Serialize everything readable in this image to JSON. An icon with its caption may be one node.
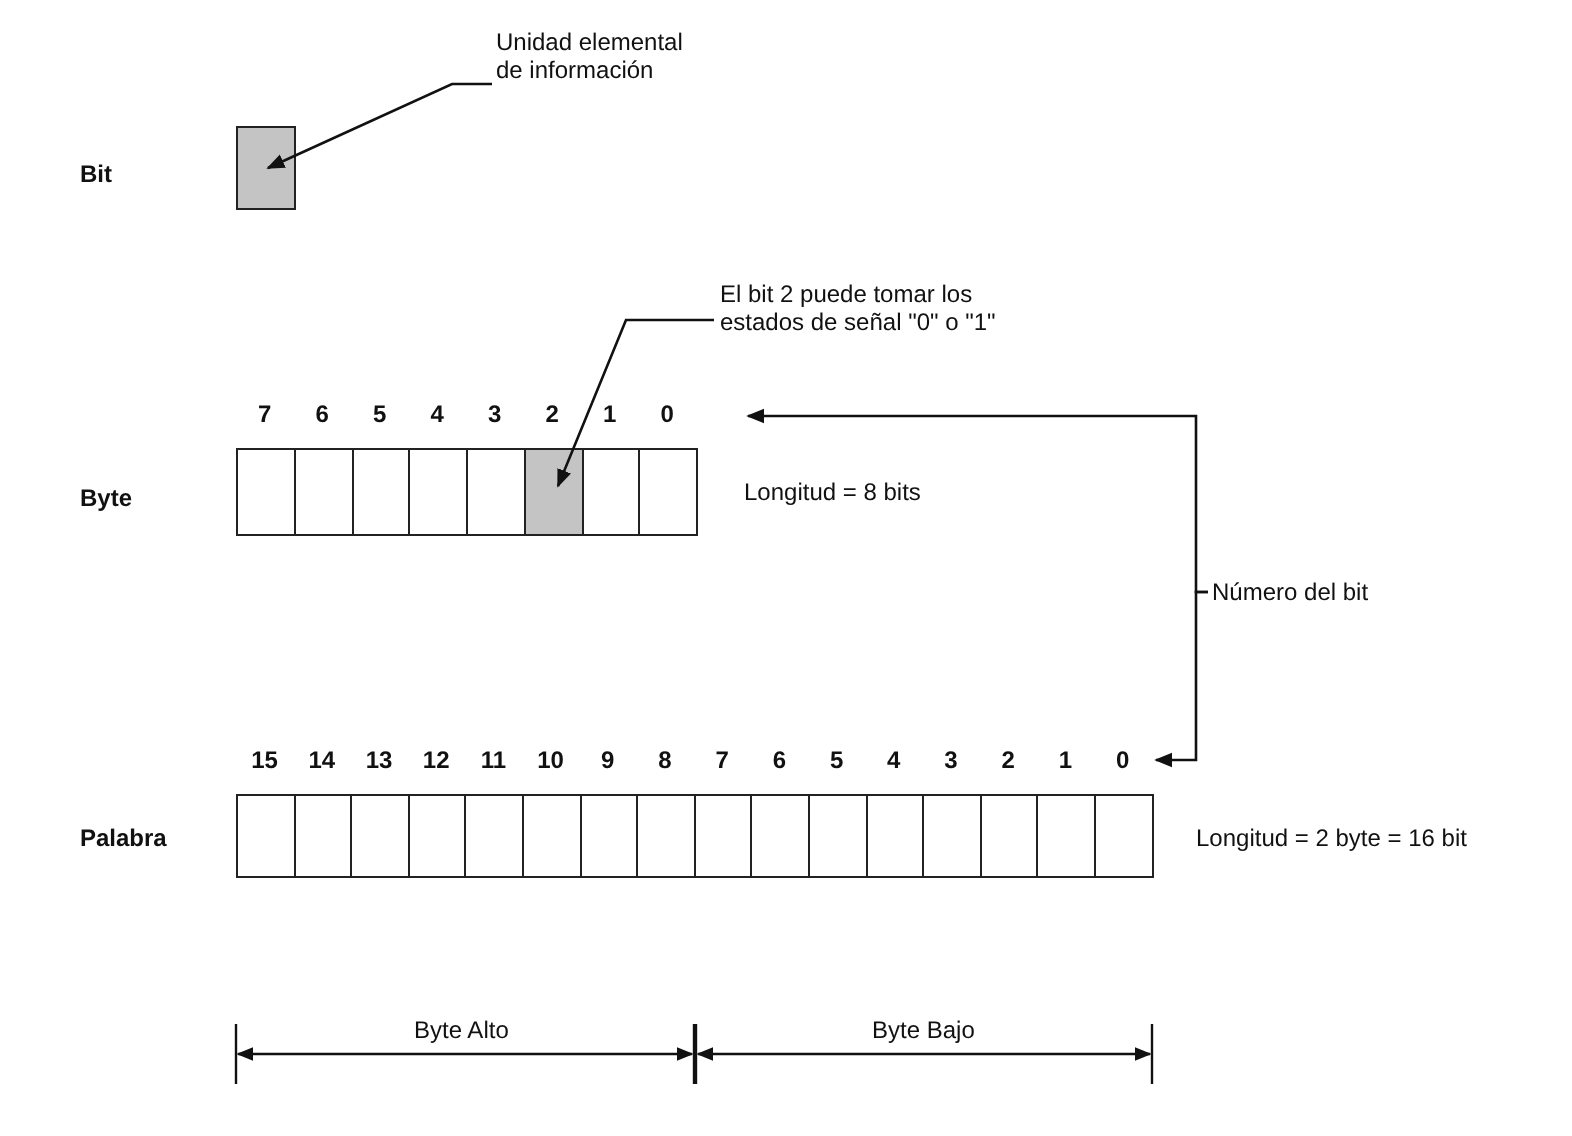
{
  "diagram": {
    "nodes": [
      {
        "text": [
          "Unidad elemental de información"
        ]
      },
      {
        "text": [],
        "shape": "box"
      },
      {
        "text": [
          "El bit 2 puede tomar los estados de señal \"0\" o \"1\""
        ]
      },
      {
        "text": [],
        "shape": "box"
      },
      {
        "text": [
          "0"
        ]
      },
      {
        "text": [
          "Número del bit"
        ]
      },
      {
        "text": [
          "0"
        ]
      }
    ],
    "edges": [
      {
        "from": 0,
        "to": 1,
        "arrow": "to"
      },
      {
        "from": 2,
        "to": 3,
        "arrow": "to"
      },
      {
        "from": 5,
        "to": 4,
        "arrow": "to"
      },
      {
        "from": 5,
        "to": 6,
        "arrow": "to"
      }
    ],
    "labels": [
      "Bit",
      "7",
      "6",
      "5",
      "4",
      "3",
      "2",
      "1",
      "Byte",
      "Longitud = 8 bits",
      "15",
      "14",
      "13",
      "12",
      "11",
      "10",
      "9",
      "8",
      "7",
      "6",
      "5",
      "4",
      "3",
      "2",
      "1",
      "Palabra",
      "Longitud = 2 byte = 16 bit",
      "Byte Alto",
      "Byte Bajo"
    ]
  }
}
